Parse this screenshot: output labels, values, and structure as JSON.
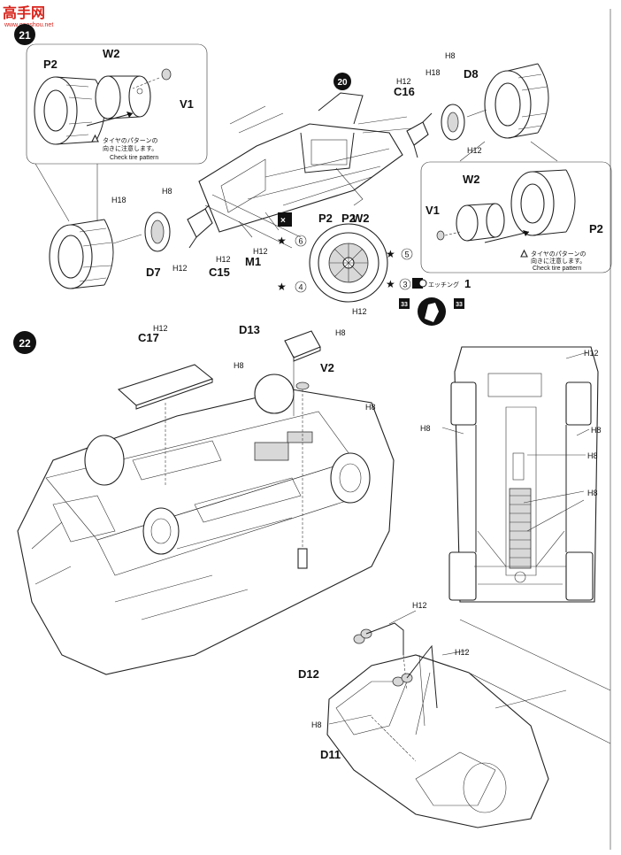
{
  "watermark": {
    "chars": "高手网",
    "sub": "www.gaoshou.net"
  },
  "steps": {
    "upper": "21",
    "lower": "22",
    "sub_step": "20"
  },
  "parts": {
    "p2": "P2",
    "w2": "W2",
    "v1": "V1",
    "v2": "V2",
    "d7": "D7",
    "d8": "D8",
    "c15": "C15",
    "c16": "C16",
    "c17": "C17",
    "m1": "M1",
    "d11": "D11",
    "d12": "D12",
    "d13": "D13"
  },
  "paint": {
    "h8": "H8",
    "h12": "H12",
    "h18": "H18"
  },
  "callouts": {
    "tire_note_line1": "タイヤのパターンの",
    "tire_note_line2": "向きに注意します。",
    "tire_note_en": "Check tire pattern"
  },
  "etching": {
    "label": "エッチング",
    "number": "1"
  },
  "decals": {
    "num3": "3",
    "num4": "4",
    "num5": "5",
    "num6": "6",
    "num33": "33"
  }
}
